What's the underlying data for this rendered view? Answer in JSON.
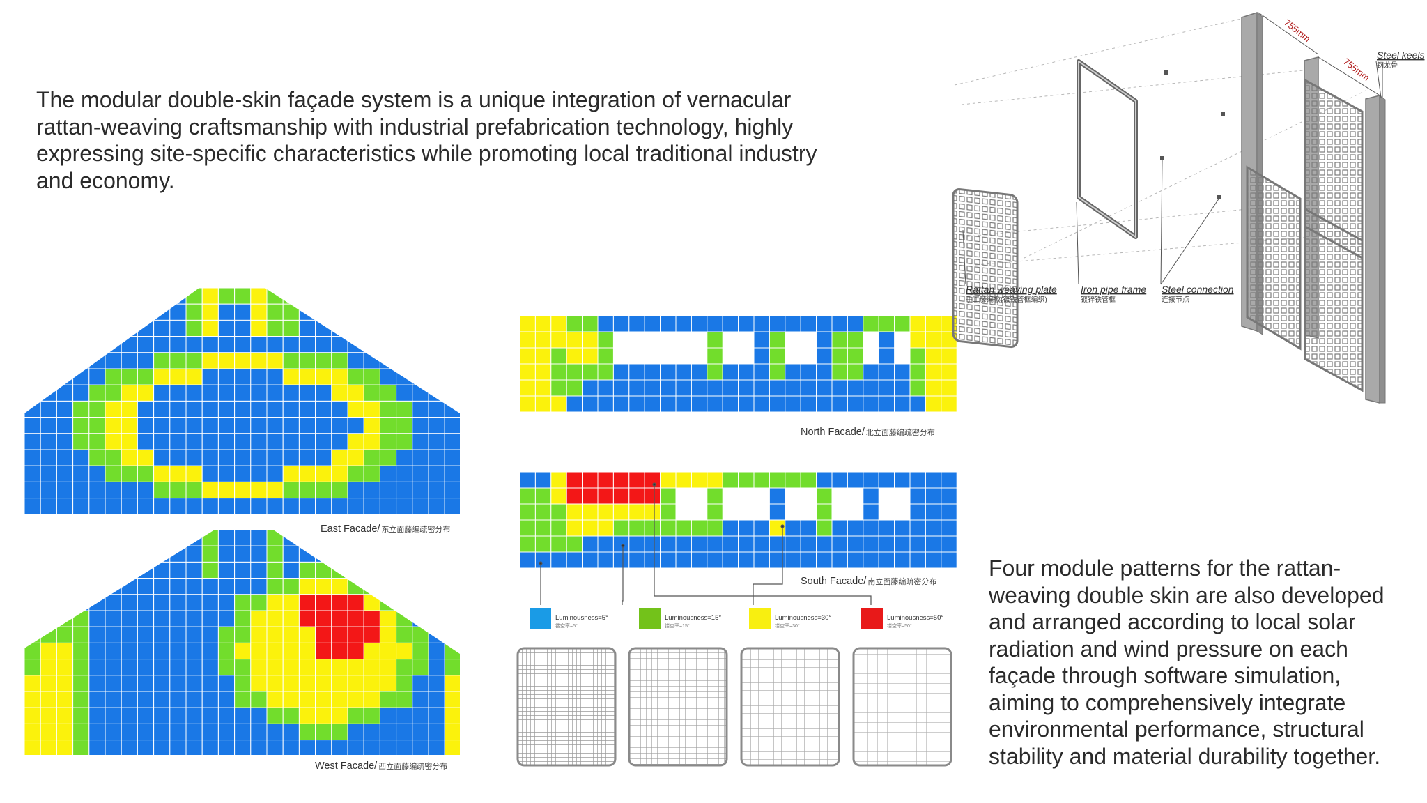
{
  "intro_text": "The modular double-skin façade system is a unique integration of vernacular rattan-weaving craftsmanship with industrial prefabrication technology, highly expressing site-specific characteristics while promoting local traditional industry and economy.",
  "summary_text": "Four module patterns for the rattan-weaving double skin are also developed and arranged according to local solar radiation and wind pressure on each façade through software simulation, aiming to comprehensively integrate environmental performance, structural stability and material durability together.",
  "colors": {
    "blue": "#1a78e6",
    "green": "#72dd2c",
    "yellow": "#fbf20c",
    "red": "#f31717",
    "grid_line": "#ffffff"
  },
  "facades": {
    "east": {
      "label": "East Facade/",
      "label_cn": "东立面藤编疏密分布"
    },
    "west": {
      "label": "West Facade/",
      "label_cn": "西立面藤编疏密分布"
    },
    "north": {
      "label": "North Facade/",
      "label_cn": "北立面藤编疏密分布"
    },
    "south": {
      "label": "South Facade/",
      "label_cn": "南立面藤编疏密分布"
    }
  },
  "legend": [
    {
      "label": "Luminousness=5°",
      "sub": "镂空率=5°",
      "color": "#1a9be6"
    },
    {
      "label": "Luminousness=15°",
      "sub": "镂空率=15°",
      "color": "#73c21a"
    },
    {
      "label": "Luminousness=30°",
      "sub": "镂空率=30°",
      "color": "#f8ef10"
    },
    {
      "label": "Luminousness=50°",
      "sub": "镂空率=50°",
      "color": "#e81919"
    }
  ],
  "exploded": {
    "rattan_plate": "Rattan weaving plate",
    "rattan_plate_cn": "手工藤编板(镀铁管框编织)",
    "iron_frame": "Iron pipe frame",
    "iron_frame_cn": "镀锌铁管框",
    "steel_connection": "Steel connection",
    "steel_connection_cn": "连接节点",
    "steel_keels": "Steel keels",
    "steel_keels_cn": "钢龙骨",
    "dim_a": "755mm",
    "dim_b": "755mm"
  }
}
